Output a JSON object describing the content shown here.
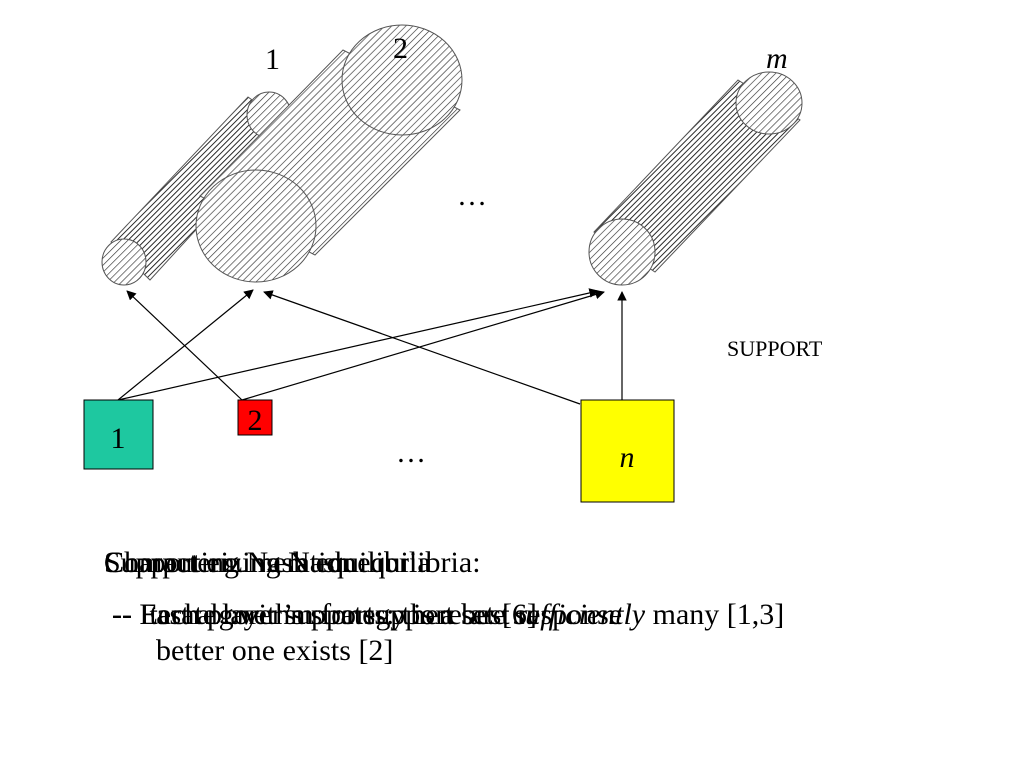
{
  "diagram": {
    "cylinder_labels": [
      "1",
      "2",
      "m"
    ],
    "ellipsis_top": "…",
    "ellipsis_bottom": "…",
    "support_label": "SUPPORT",
    "player_labels": [
      "1",
      "2",
      "n"
    ],
    "colors": {
      "player1": "#1ec8a0",
      "player2": "#ff0000",
      "playern": "#ffff00"
    }
  },
  "text": {
    "layer_a": {
      "heading": "Characterizing Nash equilibria:",
      "bullet_prefix": "-- ",
      "bullet_text": "Each player’s strategy is a best response"
    },
    "layer_b": {
      "heading": "Computing Nash equilibria",
      "bullet_prefix": "-- ",
      "bullet_text": "Iterate over supports: there are ",
      "bullet_em": "sufficiently",
      "bullet_tail": " many [1,3]",
      "line3": "better one exists [2]"
    },
    "layer_c": {
      "heading": "Support enumeration",
      "bullet_prefix": "-- ",
      "bullet_text": "Fast algorithm for support set [6]"
    }
  }
}
